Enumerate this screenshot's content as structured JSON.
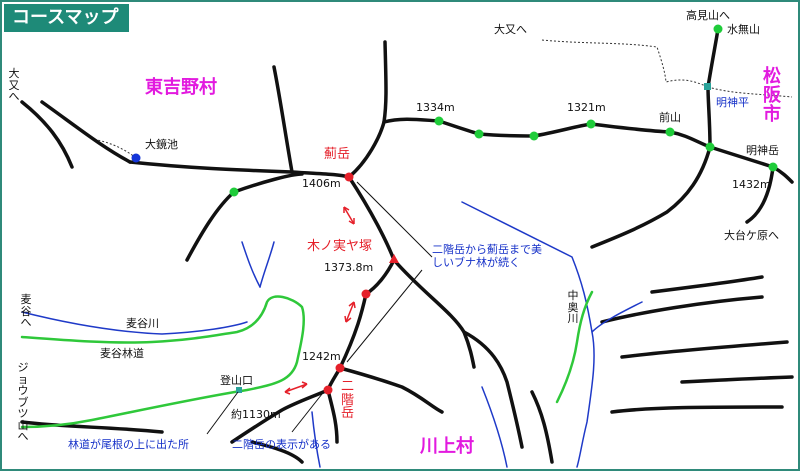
{
  "title": "コースマップ",
  "villages": [
    {
      "id": "higashiyoshino",
      "text": "東吉野村"
    },
    {
      "id": "kawakami",
      "text": "川上村"
    },
    {
      "id": "matsusaka",
      "text": "松阪市"
    }
  ],
  "peaks": [
    {
      "id": "azamidake",
      "name": "薊岳",
      "elevation": "1406m"
    },
    {
      "id": "kinomiyazuka",
      "name": "木ノ実ヤ塚",
      "elevation": "1373.8m"
    },
    {
      "id": "nikaidake",
      "name": "二階岳",
      "elevation": "1242m"
    },
    {
      "id": "p1334",
      "name": "",
      "elevation": "1334m"
    },
    {
      "id": "p1321",
      "name": "",
      "elevation": "1321m"
    },
    {
      "id": "maeyama",
      "name": "前山",
      "elevation": ""
    },
    {
      "id": "myojindake",
      "name": "明神岳",
      "elevation": "1432m"
    },
    {
      "id": "minashiyama",
      "name": "水無山",
      "elevation": ""
    }
  ],
  "places": {
    "okagami_ike": "大鏡池",
    "myojindaira": "明神平",
    "tozanguchi": "登山口",
    "tozanguchi_elev": "約1130m",
    "odaigahara": "大台ケ原へ",
    "omata_top": "大又へ",
    "omata_left": "大又へ",
    "takamiyama": "高見山へ",
    "mugitani": "麦谷へ",
    "jounbutsuyama": "ジョウブツ山へ",
    "mugitani_river": "麦谷川",
    "mugitani_forest_road": "麦谷林道",
    "nakaoku_river": "中奥川"
  },
  "notes": {
    "beech_forest": "二階岳から薊岳まで美しいブナ林が続く",
    "nikaidake_sign": "二階岳の表示がある",
    "forest_road_ridge": "林道が尾根の上に出た所"
  },
  "colors": {
    "frame": "#2f8a7a",
    "title_bg": "#1e8a78",
    "route_dot_red": "#e5202a",
    "ridge_dot_green": "#1fcc3a",
    "road_green": "#2fc83a",
    "river_blue": "#1f3ac8",
    "village_magenta": "#e21adf",
    "pond_blue": "#1435d8",
    "hut_teal": "#2aa39a"
  }
}
